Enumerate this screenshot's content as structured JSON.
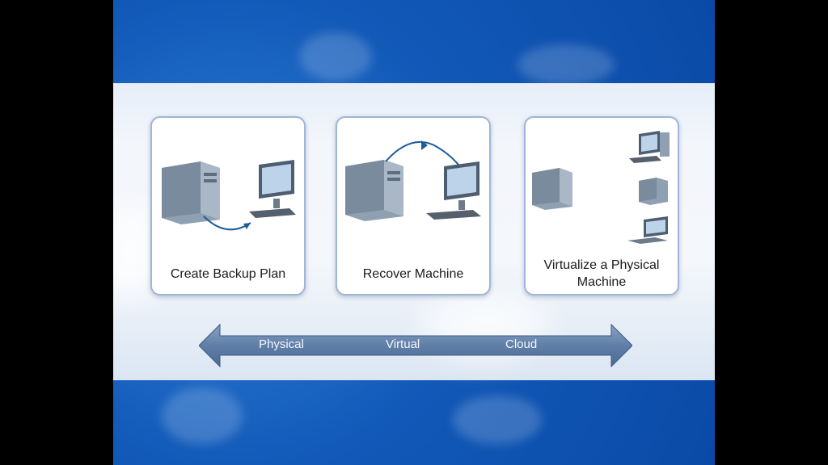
{
  "cards": [
    {
      "label": "Create Backup Plan"
    },
    {
      "label": "Recover Machine"
    },
    {
      "label": "Virtualize a Physical Machine"
    }
  ],
  "spectrum": {
    "labels": [
      "Physical",
      "Virtual",
      "Cloud"
    ]
  },
  "icons": {
    "card1": [
      "server-icon",
      "workstation-icon",
      "curved-arrow-icon"
    ],
    "card2": [
      "server-icon",
      "workstation-icon",
      "curved-arrow-icon"
    ],
    "card3": [
      "server-icon",
      "workstation-icon",
      "server-icon",
      "laptop-icon"
    ]
  },
  "colors": {
    "background": "#0a4aa6",
    "band": "#f3f6fb",
    "card_border": "#9fb6d6",
    "arrow": "#5f7fa8",
    "connector": "#1f5d9a"
  }
}
